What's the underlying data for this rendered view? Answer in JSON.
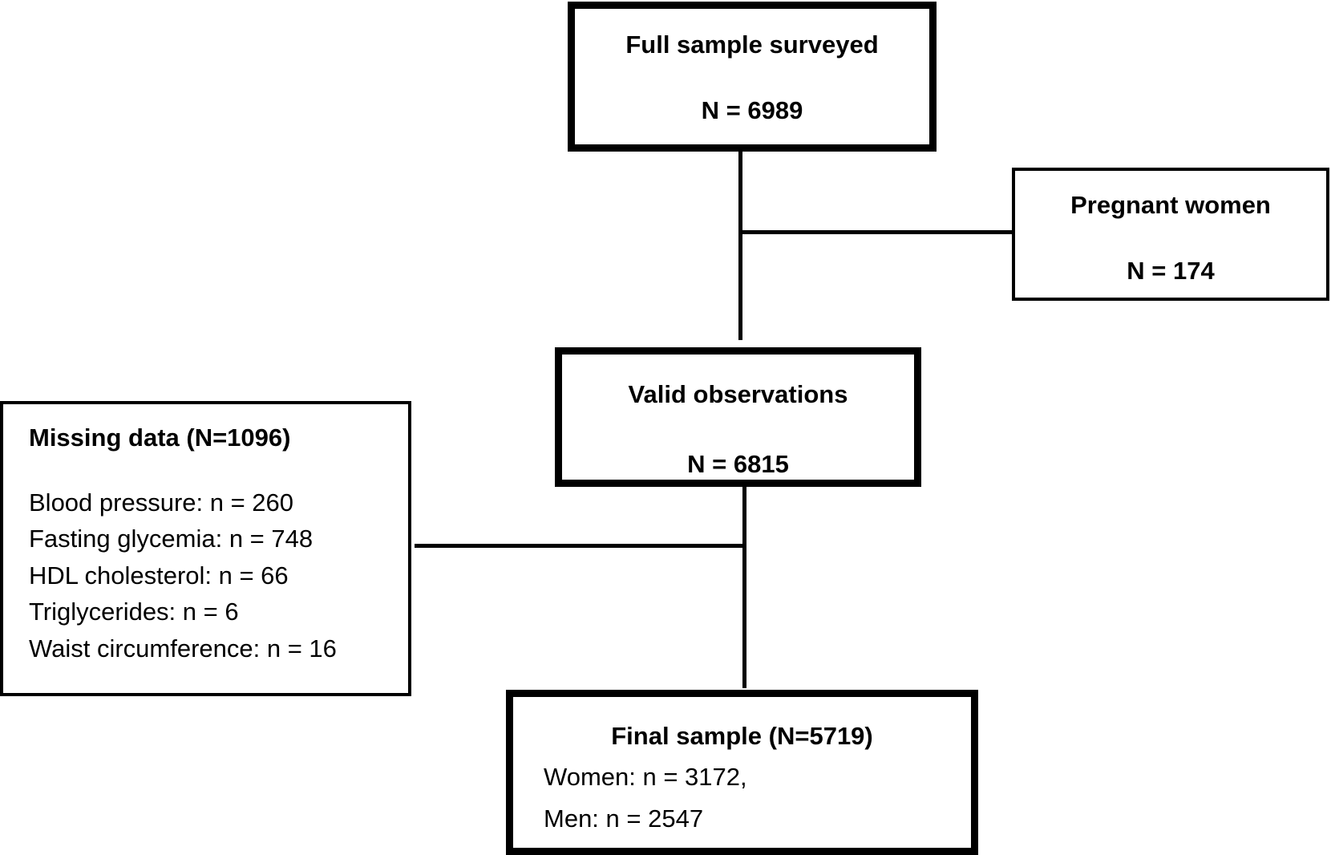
{
  "full_sample": {
    "title": "Full sample surveyed",
    "count": "N = 6989"
  },
  "pregnant": {
    "title": "Pregnant women",
    "count": "N = 174"
  },
  "valid": {
    "title": "Valid observations",
    "count": "N = 6815"
  },
  "missing": {
    "title": "Missing data (N=1096)",
    "items": [
      "Blood pressure: n = 260",
      "Fasting glycemia: n = 748",
      "HDL cholesterol: n = 66",
      "Triglycerides: n = 6",
      "Waist circumference: n = 16"
    ]
  },
  "final": {
    "title": "Final sample (N=5719)",
    "items": [
      "Women: n = 3172,",
      "Men: n = 2547"
    ]
  }
}
